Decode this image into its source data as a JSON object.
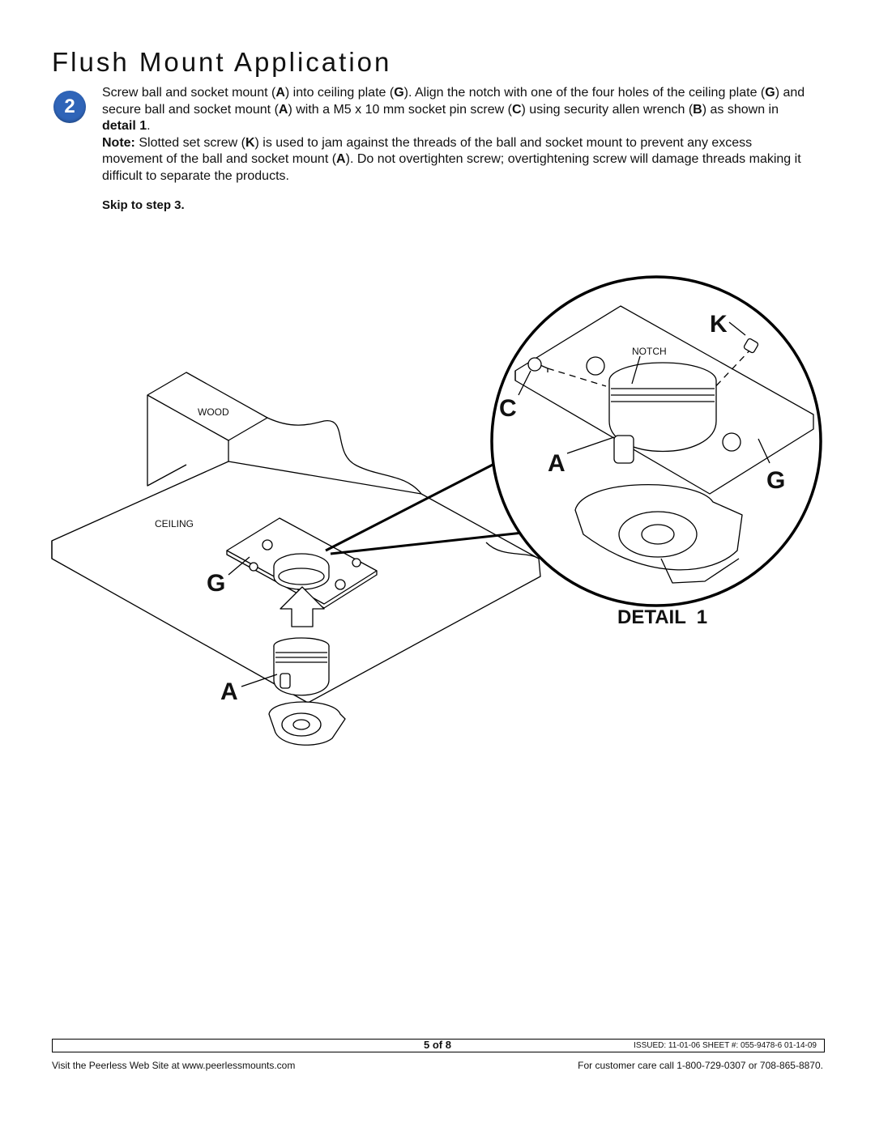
{
  "title": "Flush Mount Application",
  "step": {
    "number": "2",
    "p1": {
      "t1": "Screw ball and socket mount (",
      "b1": "A",
      "t2": ") into ceiling plate (",
      "b2": "G",
      "t3": "). Align the notch with one of the four holes of the ceiling plate (",
      "b3": "G",
      "t4": ") and secure ball and socket mount (",
      "b4": "A",
      "t5": ") with a M5 x 10 mm socket pin screw (",
      "b5": "C",
      "t6": ") using security allen wrench (",
      "b6": "B",
      "t7": ") as shown in ",
      "b7": "detail 1",
      "t8": "."
    },
    "p2": {
      "b1": "Note:",
      "t1": " Slotted set screw (",
      "b2": "K",
      "t2": ") is used to jam against the threads of the ball and socket mount to prevent any excess movement of the ball and socket mount (",
      "b3": "A",
      "t3": "). Do not overtighten screw; overtightening screw will damage threads making it difficult to separate the products."
    },
    "skip": "Skip to step 3."
  },
  "diagram": {
    "labels": {
      "wood": "WOOD",
      "ceiling": "CEILING",
      "g_main": "G",
      "a_main": "A",
      "notch": "NOTCH",
      "k": "K",
      "c": "C",
      "a_detail": "A",
      "g_detail": "G",
      "detail": "DETAIL  1"
    }
  },
  "footer": {
    "page": "5 of 8",
    "issued": "ISSUED: 11-01-06  SHEET #: 055-9478-6   01-14-09",
    "website": "Visit  the  Peerless  Web  Site  at  www.peerlessmounts.com",
    "customer_care": "For  customer  care  call  1-800-729-0307  or  708-865-8870."
  }
}
